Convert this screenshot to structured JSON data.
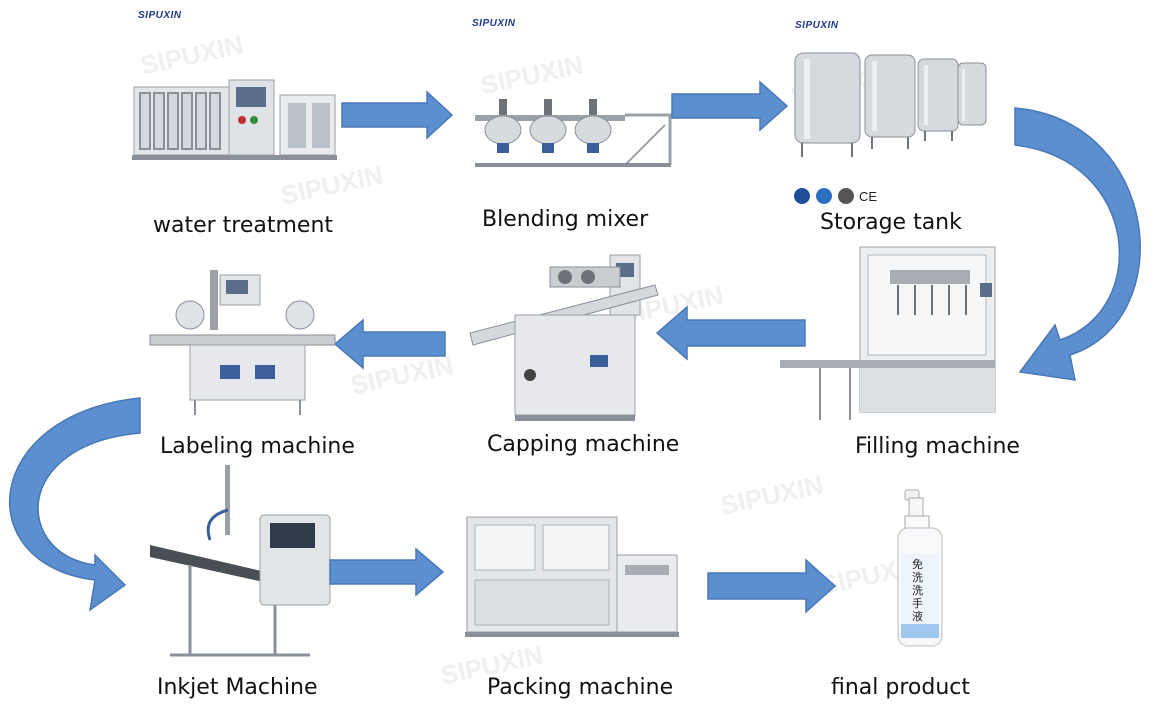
{
  "brand": "SIPUXIN",
  "steps": [
    {
      "id": "water",
      "label": "water treatment"
    },
    {
      "id": "mixer",
      "label": "Blending mixer"
    },
    {
      "id": "storage",
      "label": "Storage tank"
    },
    {
      "id": "filling",
      "label": "Filling machine"
    },
    {
      "id": "capping",
      "label": "Capping machine"
    },
    {
      "id": "labeling",
      "label": "Labeling  machine"
    },
    {
      "id": "inkjet",
      "label": "Inkjet Machine"
    },
    {
      "id": "packing",
      "label": "Packing machine"
    },
    {
      "id": "final",
      "label": "final product"
    }
  ],
  "bottle_text": "免洗洗手液",
  "arrow_color": "#5b8fd0",
  "arrow_edge": "#4a78b4",
  "machine_color": "#c9ccd0",
  "machine_dark": "#6e737a"
}
